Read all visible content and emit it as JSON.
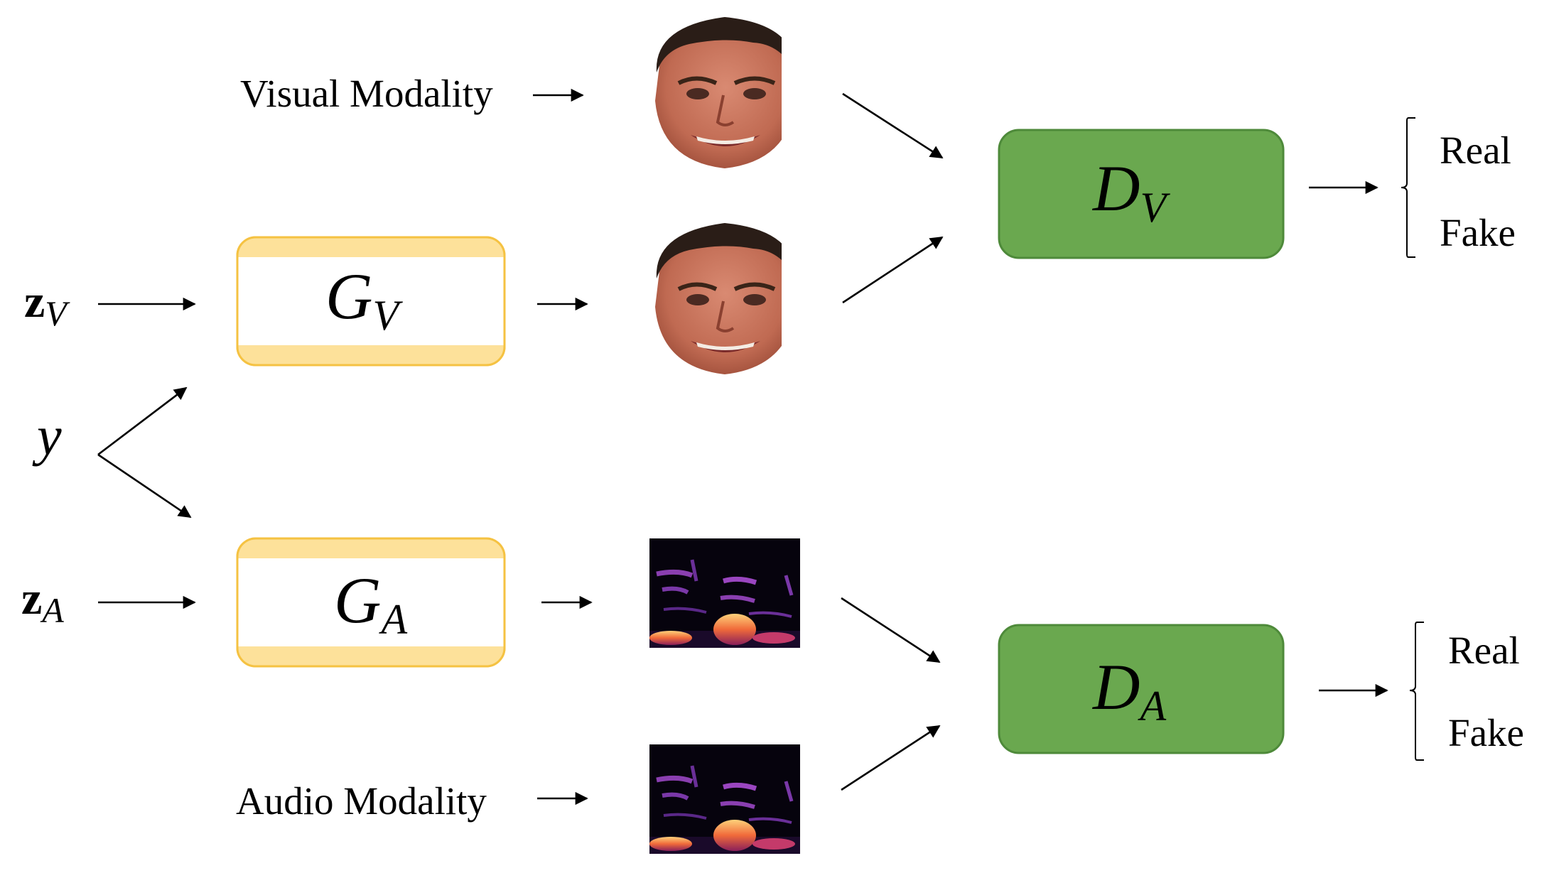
{
  "labels": {
    "visual_modality": "Visual Modality",
    "audio_modality": "Audio Modality",
    "real_v": "Real",
    "fake_v": "Fake",
    "real_a": "Real",
    "fake_a": "Fake"
  },
  "generators": {
    "gv": {
      "main": "G",
      "sub": "V"
    },
    "ga": {
      "main": "G",
      "sub": "A"
    }
  },
  "discriminators": {
    "dv": {
      "main": "D",
      "sub": "V"
    },
    "da": {
      "main": "D",
      "sub": "A"
    }
  },
  "inputs": {
    "zv": {
      "main": "z",
      "sub": "V"
    },
    "za": {
      "main": "z",
      "sub": "A"
    },
    "y": "y"
  },
  "colors": {
    "generator_border": "#f5c242",
    "generator_band": "#fde19a",
    "discriminator_fill": "#6aa84f",
    "discriminator_border": "#4e8a3a",
    "skin": "#c8725a",
    "hair": "#2a1d17",
    "spectrogram_bg": "#06030d"
  }
}
